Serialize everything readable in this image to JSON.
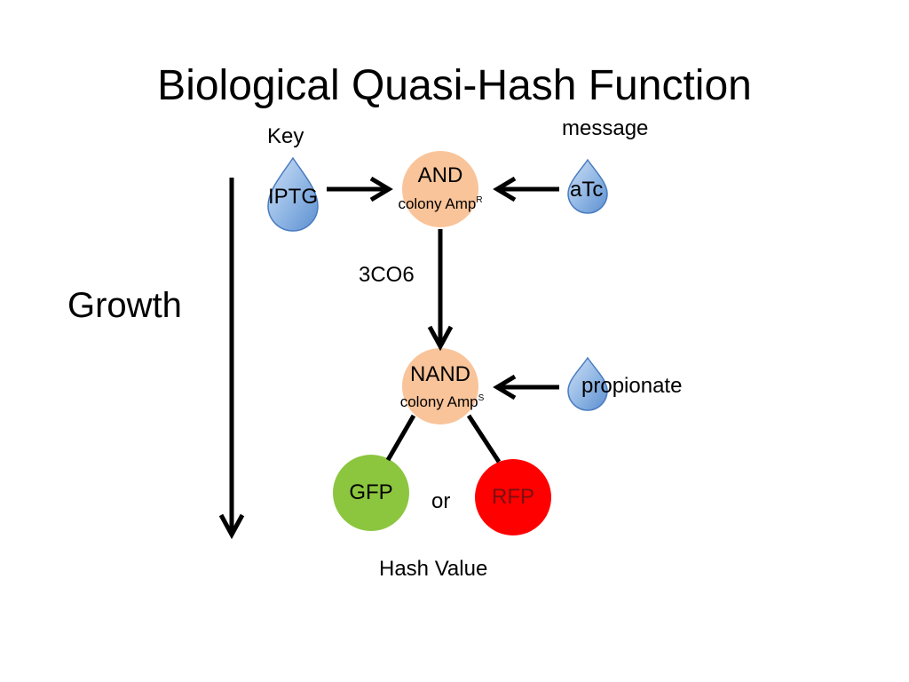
{
  "title": "Biological Quasi-Hash Function",
  "labels": {
    "key": "Key",
    "message": "message",
    "growth": "Growth",
    "plasmid": "3CO6",
    "or": "or",
    "hash_value": "Hash Value"
  },
  "inputs": {
    "iptg": "IPTG",
    "atc": "aTc",
    "propionate": "propionate"
  },
  "gates": {
    "and": {
      "name": "AND",
      "sub": "colony Amp",
      "sup": "R"
    },
    "nand": {
      "name": "NAND",
      "sub": "colony Amp",
      "sup": "S"
    }
  },
  "outputs": {
    "gfp": "GFP",
    "rfp": "RFP"
  },
  "colors": {
    "gate_fill": "#f9c49a",
    "drop_fill": "#7aa7dc",
    "drop_edge": "#4a7cc0",
    "gfp_fill": "#8cc63f",
    "rfp_fill": "#ff0000",
    "rfp_text": "#7a1010"
  }
}
